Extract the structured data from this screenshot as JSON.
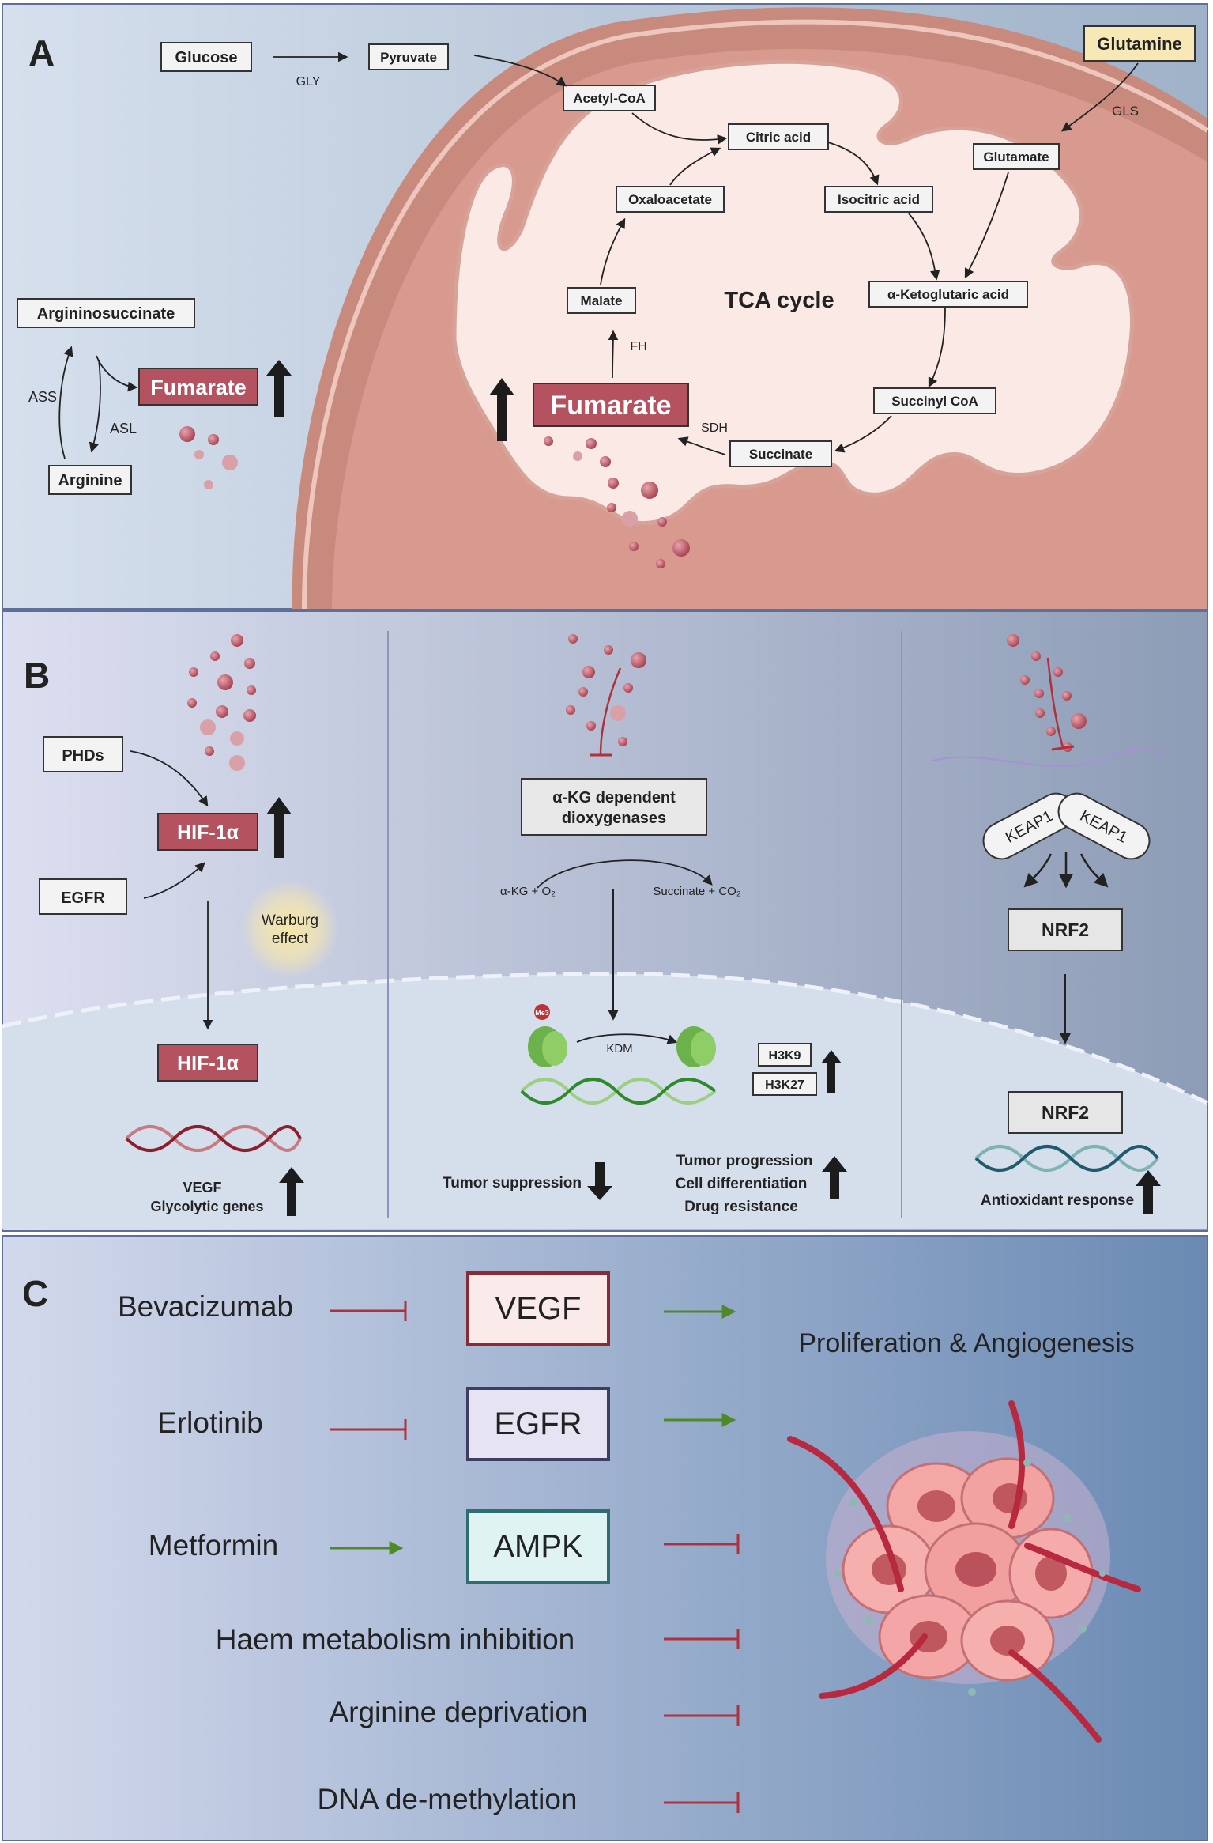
{
  "panel_a": {
    "letter": "A",
    "glucose": "Glucose",
    "gly": "GLY",
    "pyruvate": "Pyruvate",
    "acetyl_coa": "Acetyl-CoA",
    "citric_acid": "Citric acid",
    "isocitric_acid": "Isocitric acid",
    "oxaloacetate": "Oxaloacetate",
    "malate": "Malate",
    "tca_cycle": "TCA cycle",
    "akg": "α-Ketoglutaric acid",
    "succinyl_coa": "Succinyl CoA",
    "succinate": "Succinate",
    "fumarate_mito": "Fumarate",
    "fh": "FH",
    "sdh": "SDH",
    "glutamine": "Glutamine",
    "gls": "GLS",
    "glutamate": "Glutamate",
    "argininosuccinate": "Argininosuccinate",
    "ass": "ASS",
    "asl": "ASL",
    "arginine": "Arginine",
    "fumarate_cyto": "Fumarate"
  },
  "panel_b": {
    "letter": "B",
    "phds": "PHDs",
    "egfr": "EGFR",
    "hif_cyto": "HIF-1α",
    "hif_nuc": "HIF-1α",
    "warburg": "Warburg",
    "effect": "effect",
    "vegf": "VEGF",
    "glycolytic_genes": "Glycolytic genes",
    "akg_dep_1": "α-KG dependent",
    "akg_dep_2": "dioxygenases",
    "akg_o2": "α-KG + O₂",
    "succ_co2": "Succinate + CO₂",
    "me3": "Me3",
    "kdm": "KDM",
    "h3k9": "H3K9",
    "h3k27": "H3K27",
    "tumor_suppression": "Tumor suppression",
    "tumor_progression": "Tumor progression",
    "cell_differentiation": "Cell differentiation",
    "drug_resistance": "Drug resistance",
    "keap1_a": "KEAP1",
    "keap1_b": "KEAP1",
    "nrf2_cyto": "NRF2",
    "nrf2_nuc": "NRF2",
    "antioxidant": "Antioxidant response"
  },
  "panel_c": {
    "letter": "C",
    "bevacizumab": "Bevacizumab",
    "erlotinib": "Erlotinib",
    "metformin": "Metformin",
    "haem": "Haem metabolism inhibition",
    "arginine_dep": "Arginine deprivation",
    "dna_demethyl": "DNA de-methylation",
    "vegf": "VEGF",
    "egfr": "EGFR",
    "ampk": "AMPK",
    "proliferation": "Proliferation & Angiogenesis"
  },
  "colors": {
    "fumarate_fill": "#b5525f",
    "inhibit_red": "#b0303c",
    "activate_green": "#4f8a2a",
    "mito_outer": "#c98a7e",
    "mito_matrix": "#fbe9e5"
  }
}
